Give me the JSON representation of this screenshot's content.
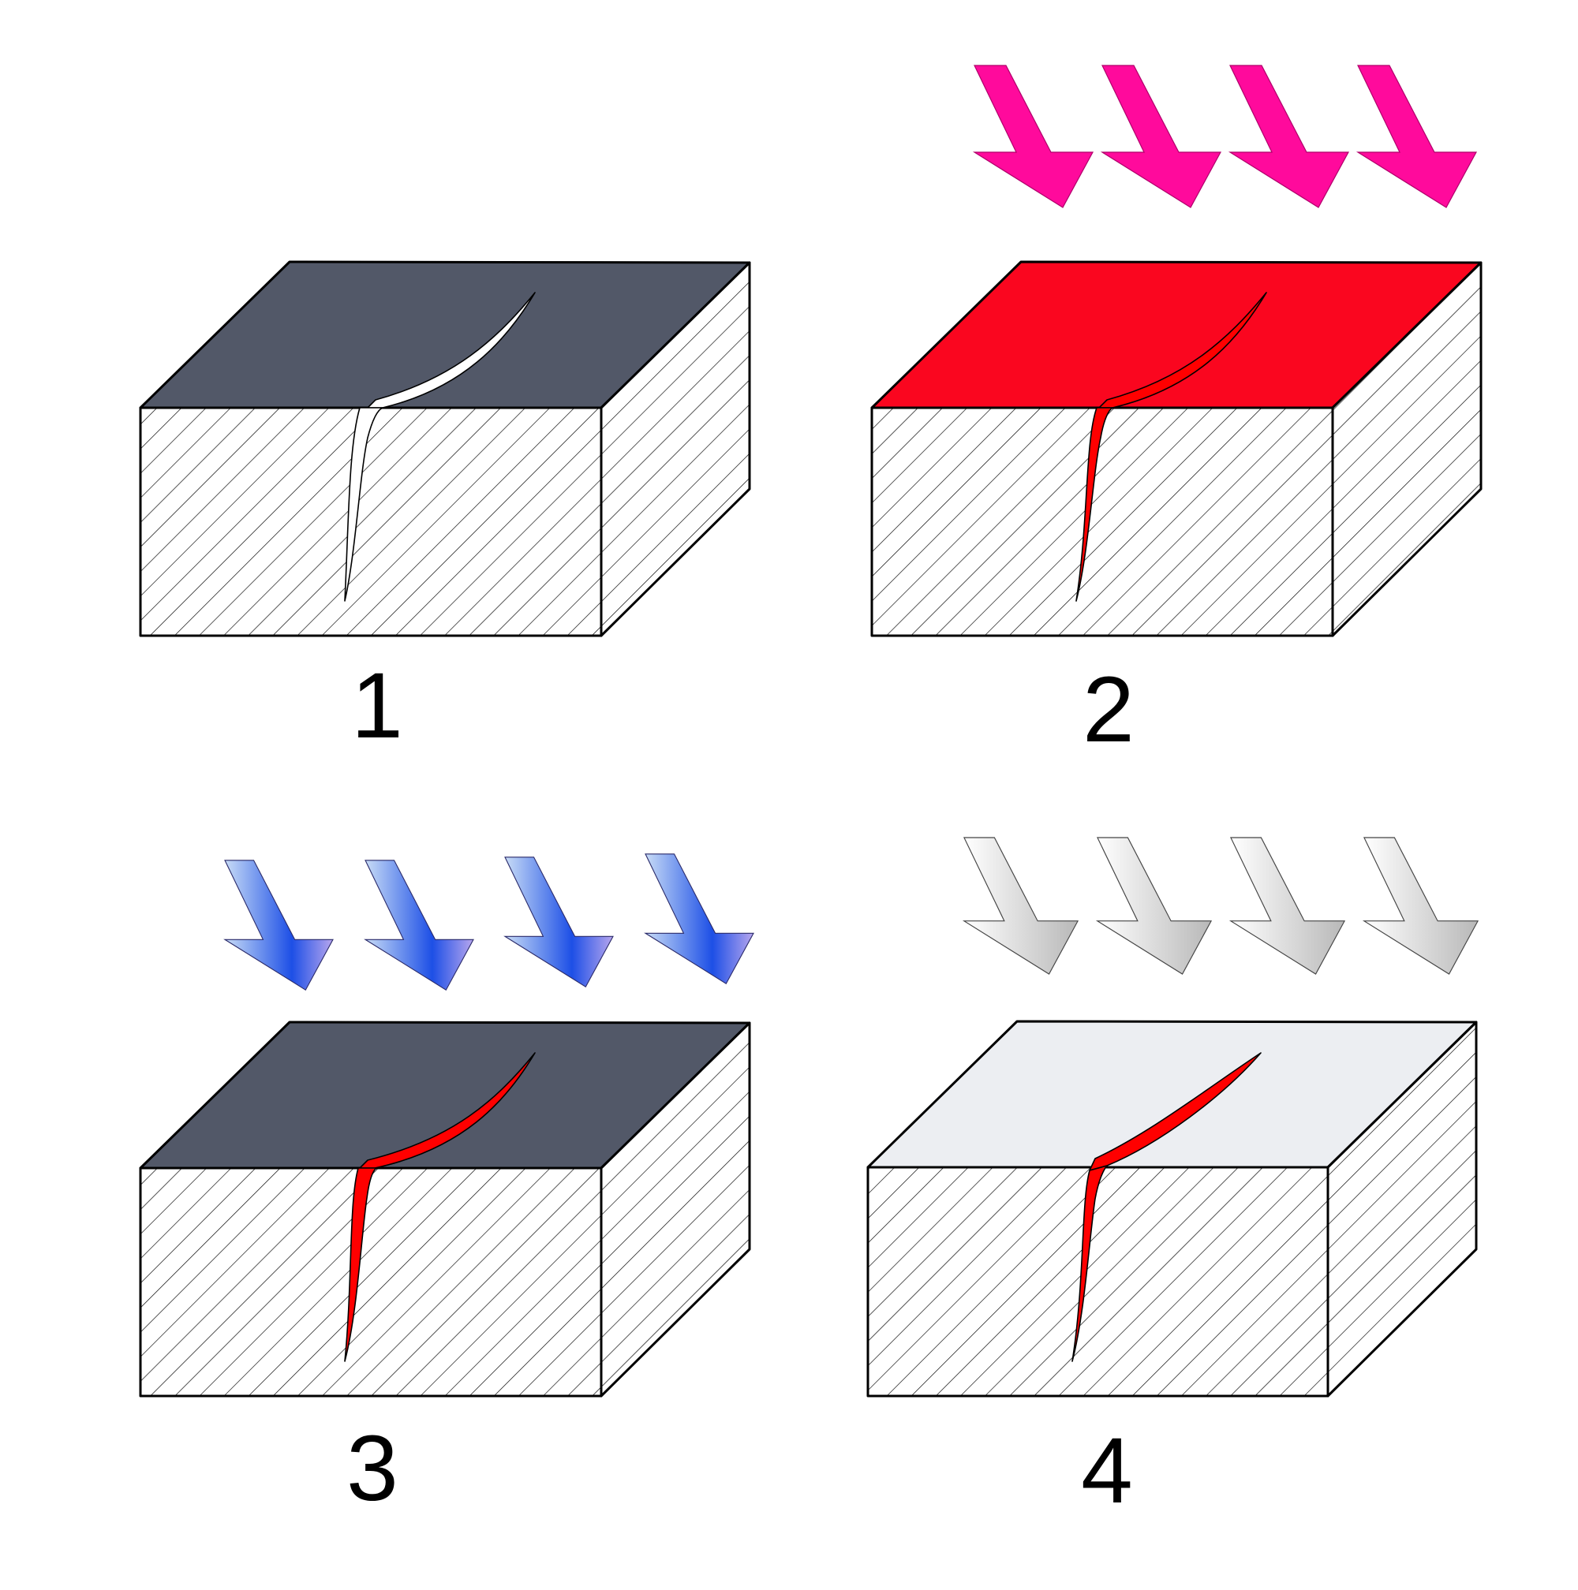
{
  "panels": [
    {
      "label": "1",
      "top_color": "#525868",
      "crack": "open",
      "crack_fill": "#ffffff",
      "arrows": "none"
    },
    {
      "label": "2",
      "top_color": "#fa061f",
      "crack": "penetrant-filled",
      "crack_fill": "#ff0000",
      "arrows": "magenta",
      "arrow_count": 4
    },
    {
      "label": "3",
      "top_color": "#525868",
      "crack": "penetrant-filled",
      "crack_fill": "#ff0000",
      "arrows": "blue-gradient",
      "arrow_count": 4
    },
    {
      "label": "4",
      "top_color": "#eceef2",
      "crack": "bleed-out-indication",
      "crack_fill": "#ff0000",
      "arrows": "grey-gradient",
      "arrow_count": 4
    }
  ],
  "colors": {
    "magenta_arrow": "#ff0a9c",
    "blue_arrow_light": "#c8dcf6",
    "blue_arrow_mid": "#1d4fe6",
    "blue_arrow_end": "#b7a6ee",
    "grey_arrow_light": "#ffffff",
    "grey_arrow_dark": "#b8b8b8",
    "block_side": "#ffffff",
    "hatch": "#000000"
  }
}
